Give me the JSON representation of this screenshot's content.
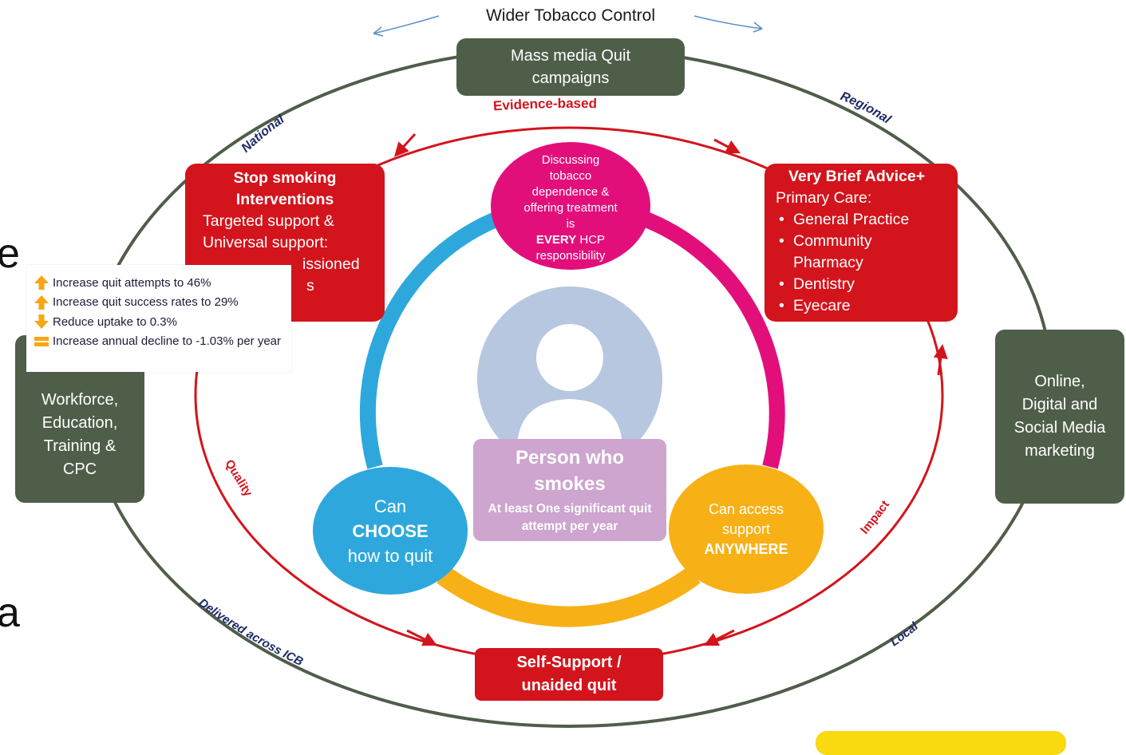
{
  "header": {
    "title": "Wider Tobacco Control"
  },
  "ring_labels": {
    "national": "National",
    "regional": "Regional",
    "delivered": "Delivered across ICB",
    "local": "Local",
    "evidence": "Evidence-based",
    "quality": "Quality",
    "impact": "Impact"
  },
  "boxes": {
    "mass_media": "Mass media Quit campaigns",
    "online": "Online, Digital and Social Media marketing",
    "workforce": "Workforce, Education, Training & CPC",
    "self_support": "Self-Support / unaided quit"
  },
  "stop_smoking": {
    "title": "Stop smoking Interventions",
    "line1": "Targeted support &",
    "line2": "Universal support:",
    "line3": "issioned",
    "line4": "s"
  },
  "vba": {
    "title": "Very Brief Advice+",
    "subtitle": "Primary Care:",
    "items": [
      "General Practice",
      "Community Pharmacy",
      "Dentistry",
      "Eyecare"
    ]
  },
  "legend": [
    {
      "icon": "up-arrow-icon",
      "text": "Increase quit attempts to 46%"
    },
    {
      "icon": "up-arrow-icon",
      "text": "Increase quit success rates to 29%"
    },
    {
      "icon": "down-arrow-icon",
      "text": "Reduce uptake to 0.3%"
    },
    {
      "icon": "equals-icon",
      "text": "Increase annual decline to -1.03% per year"
    }
  ],
  "circles": {
    "discussing": {
      "text": "Discussing tobacco dependence & offering treatment is",
      "emph": "EVERY",
      "tail": "HCP responsibility"
    },
    "choose": {
      "line1": "Can",
      "emph": "CHOOSE",
      "line3": "how to quit"
    },
    "access": {
      "line1": "Can access",
      "line2": "support",
      "emph": "ANYWHERE"
    }
  },
  "person": {
    "title": "Person who smokes",
    "subtitle": "At least One significant quit attempt per year"
  },
  "edge_letters": {
    "left_top": "e",
    "left_bottom": "a"
  },
  "colors": {
    "dark_green": "#4f5e49",
    "red": "#d3141c",
    "magenta": "#e20f7b",
    "blue": "#2ea8dc",
    "orange": "#f7b116",
    "lilac": "#cda5cf",
    "avatar_bg": "#b7c7e0",
    "legend_arrow": "#f7a614",
    "ring_label_navy": "#1e2a66"
  }
}
